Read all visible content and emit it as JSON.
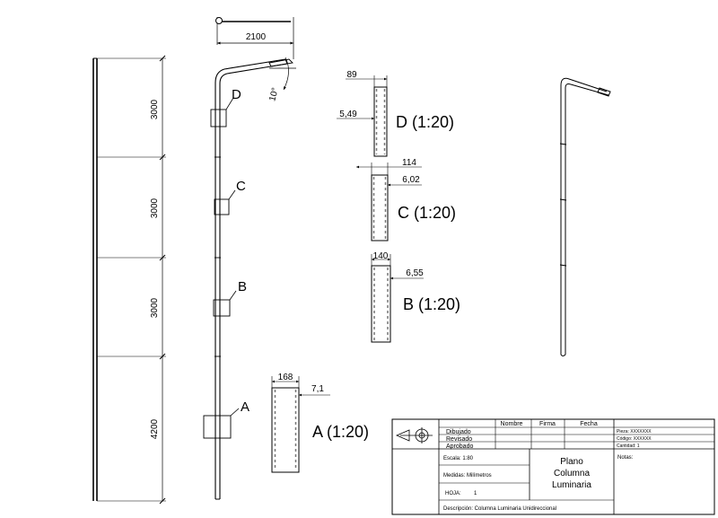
{
  "dimensions": {
    "arm_length": "2100",
    "arm_angle": "10°",
    "segment_top": "3000",
    "segment_2": "3000",
    "segment_3": "3000",
    "segment_bottom": "4200"
  },
  "section_marks": {
    "a": "A",
    "b": "B",
    "c": "C",
    "d": "D"
  },
  "details": {
    "d": {
      "title": "D (1:20)",
      "diameter": "89",
      "thickness": "5,49"
    },
    "c": {
      "title": "C (1:20)",
      "diameter": "114",
      "thickness": "6,02"
    },
    "b": {
      "title": "B (1:20)",
      "diameter": "140",
      "thickness": "6,55"
    },
    "a": {
      "title": "A (1:20)",
      "diameter": "168",
      "thickness": "7,1"
    }
  },
  "title_block": {
    "col_nombre": "Nombre",
    "col_firma": "Firma",
    "col_fecha": "Fecha",
    "row_dibujado": "Dibujado",
    "row_revisado": "Revisado",
    "row_aprobado": "Aprobado",
    "pieza": "Pieza: XXXXXXX",
    "codigo": "Código: XXXXXX",
    "cantidad": "Cantidad: 1",
    "escala": "Escala: 1:80",
    "medidas": "Medidas: Milímetros",
    "hoja_label": "HOJA:",
    "hoja_value": "1",
    "plano_line1": "Plano",
    "plano_line2": "Columna",
    "plano_line3": "Luminaria",
    "notas": "Notas:",
    "descripcion": "Descripción: Columna Luminaria Unidireccional"
  },
  "colors": {
    "line": "#000000",
    "hatch": "#777777",
    "background": "#ffffff"
  }
}
